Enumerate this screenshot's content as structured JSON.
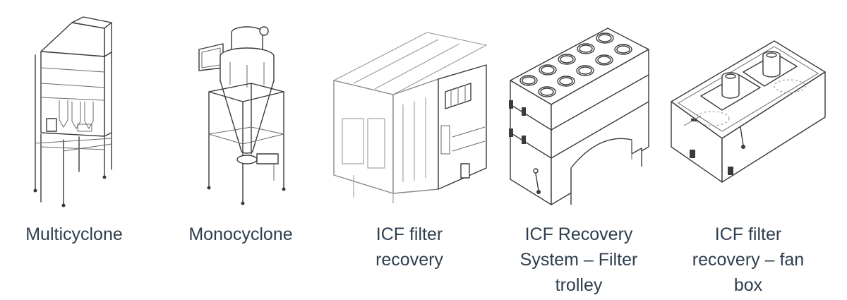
{
  "products": [
    {
      "icon": "multicyclone-icon",
      "caption_lines": [
        "Multicyclone"
      ]
    },
    {
      "icon": "monocyclone-icon",
      "caption_lines": [
        "Monocyclone"
      ]
    },
    {
      "icon": "icf-filter-recovery-icon",
      "caption_lines": [
        "ICF filter",
        "recovery"
      ]
    },
    {
      "icon": "icf-recovery-filter-trolley-icon",
      "caption_lines": [
        "ICF Recovery",
        "System – Filter",
        "trolley"
      ]
    },
    {
      "icon": "icf-fan-box-icon",
      "caption_lines": [
        "ICF filter",
        "recovery – fan",
        "box"
      ]
    }
  ],
  "colors": {
    "caption_text": "#2f3e4e",
    "line_art": "#3a3a3a",
    "background": "#ffffff"
  }
}
